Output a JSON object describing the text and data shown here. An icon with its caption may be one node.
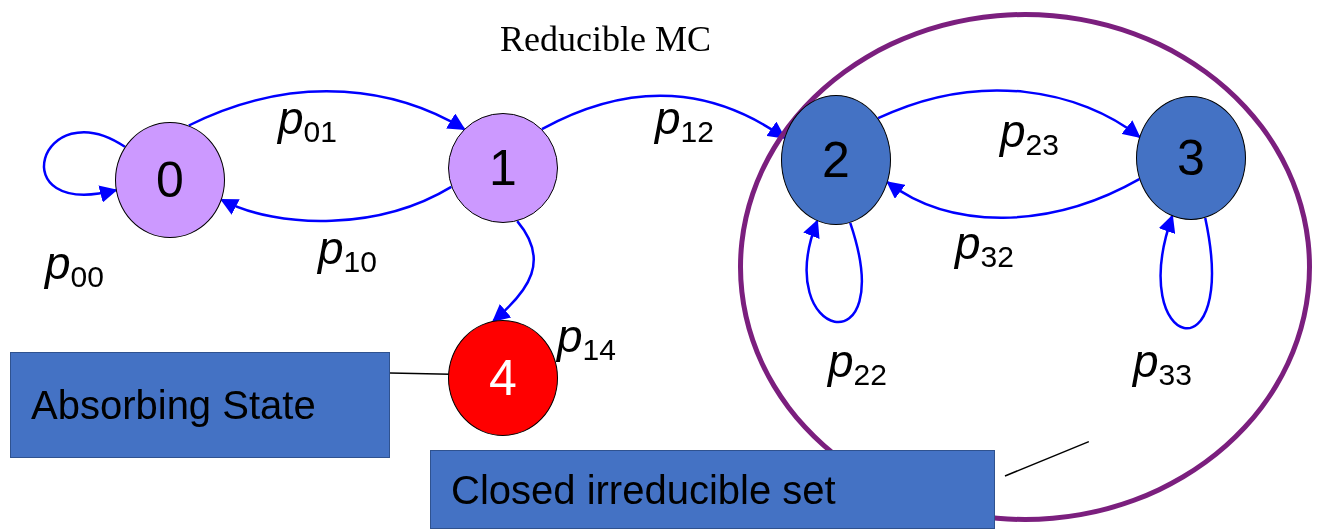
{
  "diagram": {
    "title": "Reducible MC",
    "nodes": [
      {
        "text": [
          "0"
        ]
      },
      {
        "text": [
          "1"
        ]
      },
      {
        "text": [],
        "shape": "circle"
      },
      {
        "text": [
          "2"
        ],
        "in": 2
      },
      {
        "text": [
          "3"
        ],
        "in": 2
      },
      {
        "text": [
          "4"
        ]
      },
      {
        "text": [
          "Absorbing State"
        ]
      },
      {
        "text": [
          "Closed irreducible set"
        ]
      }
    ],
    "edges": [
      {
        "from": 0,
        "to": 0,
        "arrow": "to",
        "label": "*p*$_{00}$"
      },
      {
        "from": 0,
        "to": 1,
        "arrow": "to",
        "label": "*p*$_{01}$"
      },
      {
        "from": 1,
        "to": 0,
        "arrow": "to",
        "label": "*p*$_{10}$"
      },
      {
        "from": 1,
        "to": 3,
        "arrow": "to",
        "label": "*p*$_{12}$"
      },
      {
        "from": 3,
        "to": 4,
        "arrow": "to",
        "label": "*p*$_{23}$"
      },
      {
        "from": 4,
        "to": 3,
        "arrow": "to",
        "label": "*p*$_{32}$"
      },
      {
        "from": 3,
        "to": 3,
        "arrow": "to",
        "label": "*p*$_{22}$"
      },
      {
        "from": 4,
        "to": 4,
        "arrow": "to",
        "label": "*p*$_{33}$"
      },
      {
        "from": 1,
        "to": 5,
        "arrow": "to",
        "label": "*p*$_{14}$"
      },
      {
        "from": 6,
        "to": 5,
        "arrow": "none",
        "color": "#000000"
      },
      {
        "from": 7,
        "to": 2,
        "arrow": "none",
        "color": "#000000"
      }
    ]
  }
}
